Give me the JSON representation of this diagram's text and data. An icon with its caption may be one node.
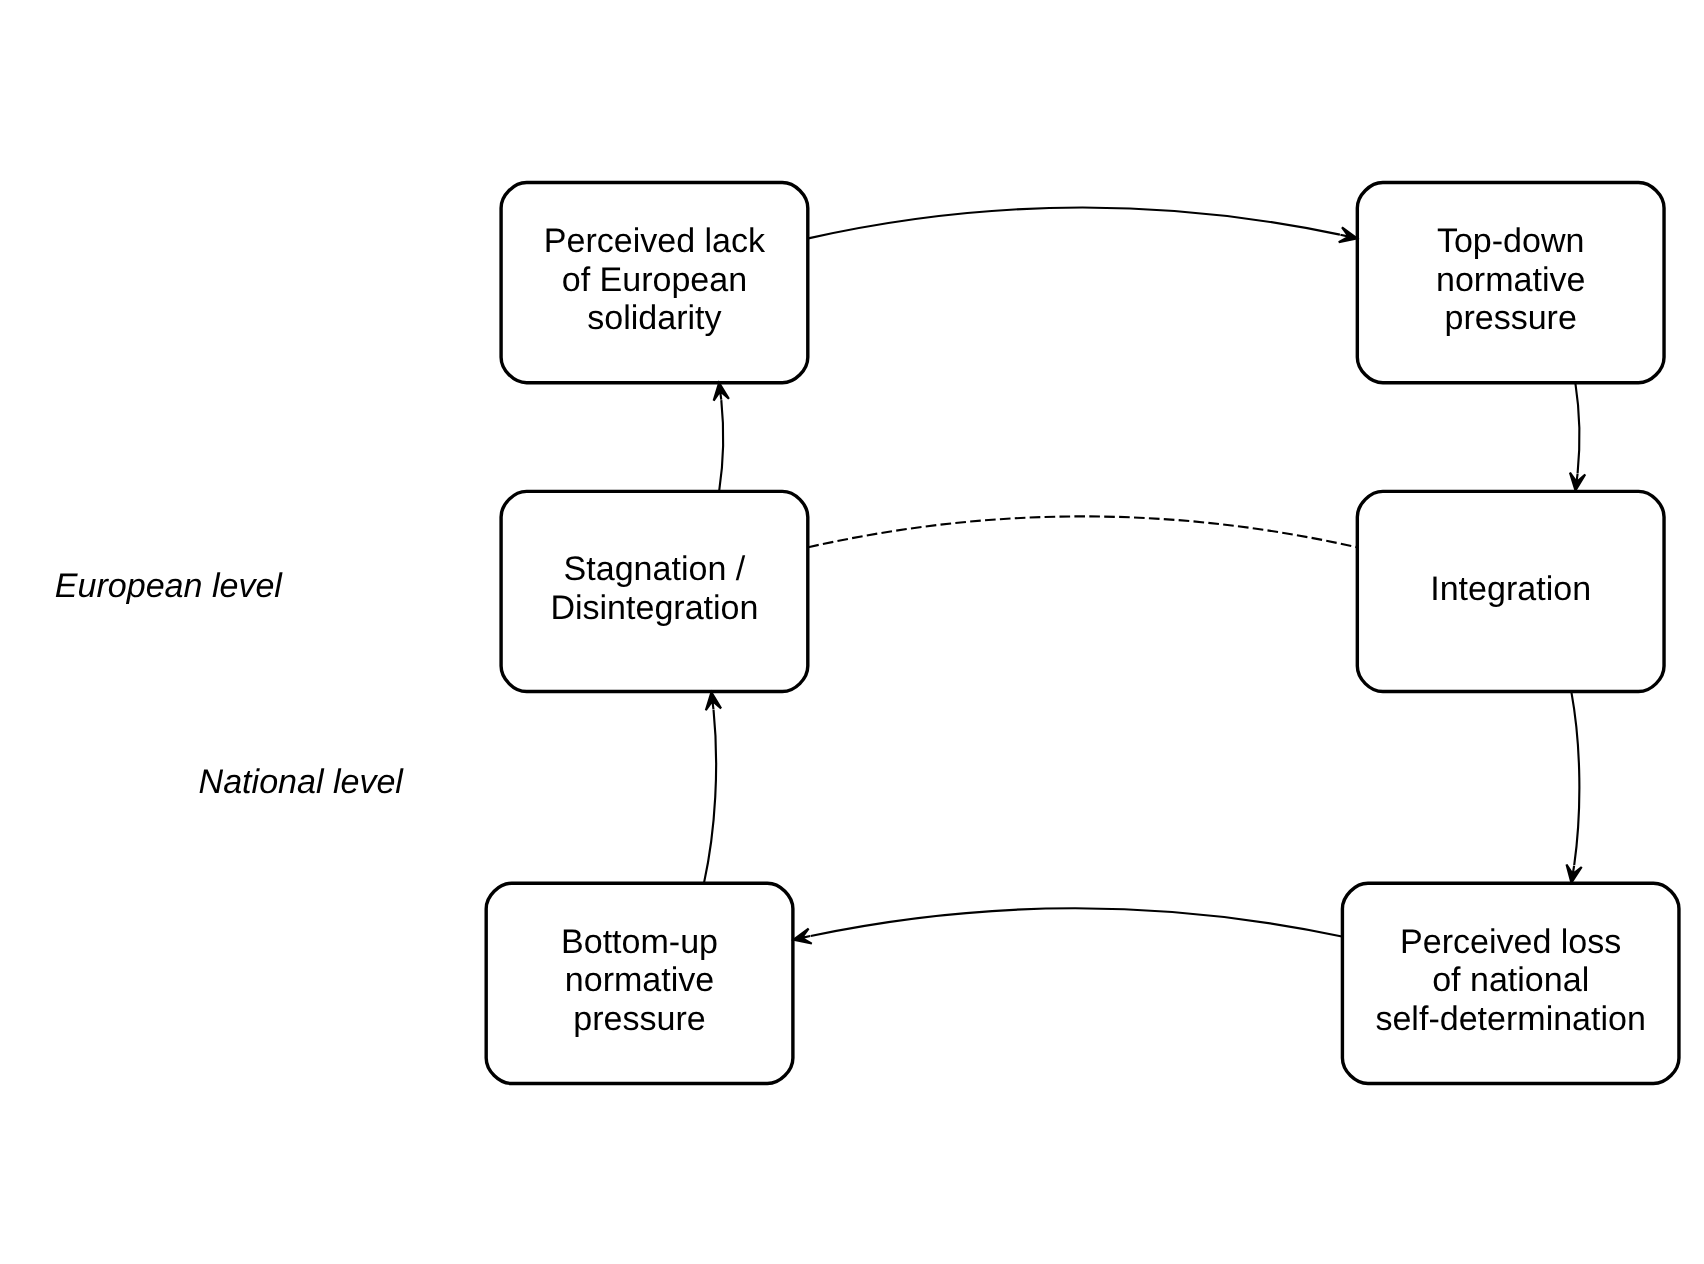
{
  "diagram": {
    "nodes": [
      {
        "text": [
          "Perceived lack of European solidarity"
        ]
      },
      {
        "text": [
          "Top-down normative pressure"
        ]
      },
      {
        "text": [
          "Integration"
        ]
      },
      {
        "text": [
          "Perceived loss of national self-determination"
        ]
      },
      {
        "text": [
          "Bottom-up normative pressure"
        ]
      },
      {
        "text": [
          "Stagnation / Disintegration"
        ]
      }
    ],
    "edges": [
      {
        "from": 0,
        "to": 1,
        "arrow": "to"
      },
      {
        "from": 1,
        "to": 2,
        "arrow": "to"
      },
      {
        "from": 2,
        "to": 3,
        "arrow": "to"
      },
      {
        "from": 3,
        "to": 4,
        "arrow": "to"
      },
      {
        "from": 4,
        "to": 5,
        "arrow": "to"
      },
      {
        "from": 5,
        "to": 0,
        "arrow": "to"
      },
      {
        "from": 5,
        "to": 2,
        "arrow": "none",
        "style": "dashed"
      }
    ],
    "labels": [
      "European level",
      "National level"
    ]
  }
}
